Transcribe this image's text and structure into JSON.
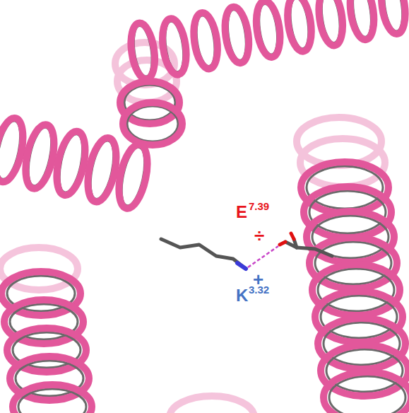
{
  "diagram": {
    "labels": [
      "E",
      "7.39",
      "÷",
      "+",
      "K",
      "3.32"
    ]
  }
}
